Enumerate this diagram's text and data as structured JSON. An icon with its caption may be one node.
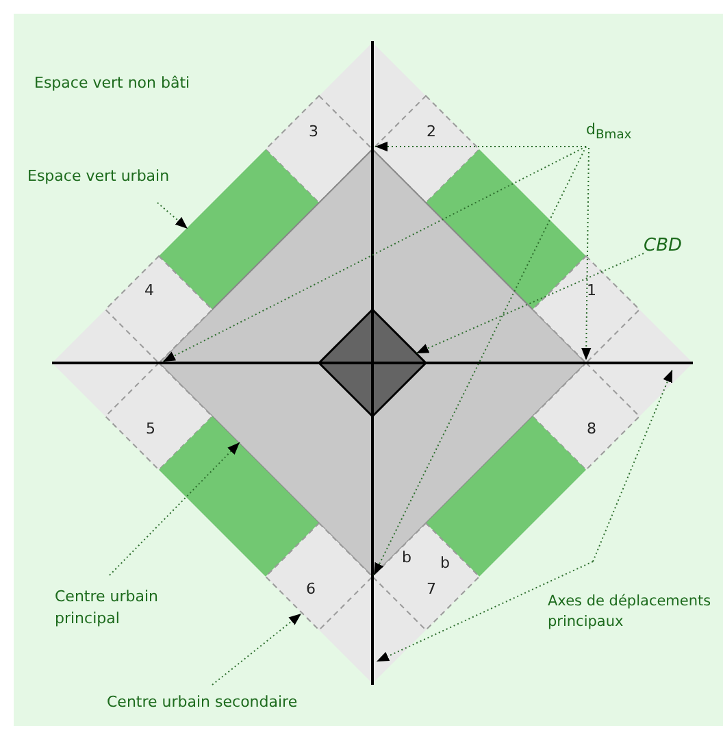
{
  "diagram": {
    "nodes": [
      {
        "text": [
          "Espace vert urbain"
        ]
      },
      {
        "text": [
          "d$_{B}$$_{max}$"
        ]
      },
      {
        "text": [
          "3"
        ]
      },
      {
        "text": [
          "2"
        ]
      },
      {
        "text": [],
        "shape": "box"
      },
      {
        "text": [],
        "shape": "box"
      },
      {
        "text": [],
        "shape": "diamond"
      },
      {
        "text": [
          "CBD"
        ]
      },
      {
        "text": [
          "4"
        ]
      },
      {
        "text": [
          "1"
        ]
      },
      {
        "text": [],
        "shape": "diamond",
        "in": 6
      },
      {
        "text": [
          "5"
        ]
      },
      {
        "text": [
          "8"
        ]
      },
      {
        "text": [],
        "shape": "box"
      },
      {
        "text": [],
        "shape": "box"
      },
      {
        "text": [
          "6"
        ]
      },
      {
        "text": [
          "7",
          "b",
          "b"
        ]
      },
      {
        "text": [
          "Centre urbain principal"
        ]
      },
      {
        "text": [
          "Axes de déplacements principaux"
        ]
      },
      {
        "text": [
          "Centre urbain secondaire"
        ]
      }
    ],
    "edges": [
      {
        "from": 0,
        "to": 4,
        "arrow": "to"
      },
      {
        "from": 1,
        "to": 6,
        "arrow": "to"
      },
      {
        "from": 1,
        "to": 6,
        "arrow": "to"
      },
      {
        "from": 1,
        "to": 6,
        "arrow": "to"
      },
      {
        "from": 1,
        "to": 6,
        "arrow": "to"
      },
      {
        "from": 7,
        "to": 10,
        "arrow": "to"
      },
      {
        "from": 17,
        "to": 6,
        "arrow": "to"
      },
      {
        "from": 19,
        "to": 15,
        "arrow": "to"
      },
      {
        "from": 18,
        "to": null,
        "arrow": "to"
      },
      {
        "from": 18,
        "to": null,
        "arrow": "to"
      }
    ],
    "labels": [
      "Espace vert non bâti"
    ]
  }
}
